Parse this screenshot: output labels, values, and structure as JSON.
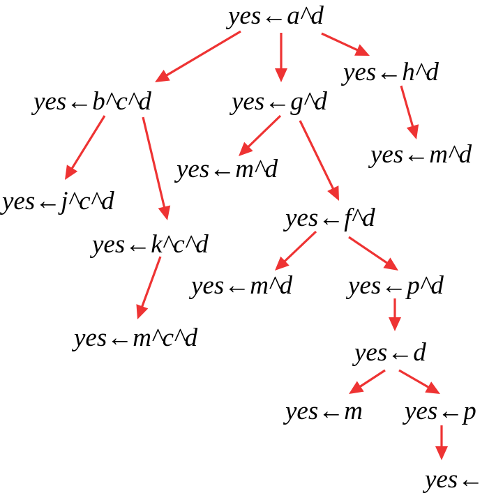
{
  "diagram": {
    "edge_color": "#ee3333",
    "text_color": "#000000",
    "nodes": [
      {
        "id": "n-a-d",
        "label": "yes←a^d"
      },
      {
        "id": "n-b-c-d",
        "label": "yes←b^c^d"
      },
      {
        "id": "n-g-d",
        "label": "yes←g^d"
      },
      {
        "id": "n-h-d",
        "label": "yes←h^d"
      },
      {
        "id": "n-m-d-right",
        "label": "yes←m^d"
      },
      {
        "id": "n-m-d-mid",
        "label": "yes←m^d"
      },
      {
        "id": "n-j-c-d",
        "label": "yes←j^c^d"
      },
      {
        "id": "n-f-d",
        "label": "yes←f^d"
      },
      {
        "id": "n-k-c-d",
        "label": "yes←k^c^d"
      },
      {
        "id": "n-m-d-low",
        "label": "yes←m^d"
      },
      {
        "id": "n-p-d",
        "label": "yes←p^d"
      },
      {
        "id": "n-m-c-d",
        "label": "yes←m^c^d"
      },
      {
        "id": "n-d",
        "label": "yes←d"
      },
      {
        "id": "n-m",
        "label": "yes←m"
      },
      {
        "id": "n-p",
        "label": "yes←p"
      },
      {
        "id": "n-empty",
        "label": "yes←"
      }
    ],
    "edges": [
      {
        "from": "n-a-d",
        "to": "n-b-c-d"
      },
      {
        "from": "n-a-d",
        "to": "n-g-d"
      },
      {
        "from": "n-a-d",
        "to": "n-h-d"
      },
      {
        "from": "n-h-d",
        "to": "n-m-d-right"
      },
      {
        "from": "n-b-c-d",
        "to": "n-j-c-d"
      },
      {
        "from": "n-b-c-d",
        "to": "n-k-c-d"
      },
      {
        "from": "n-g-d",
        "to": "n-m-d-mid"
      },
      {
        "from": "n-g-d",
        "to": "n-f-d"
      },
      {
        "from": "n-k-c-d",
        "to": "n-m-c-d"
      },
      {
        "from": "n-f-d",
        "to": "n-m-d-low"
      },
      {
        "from": "n-f-d",
        "to": "n-p-d"
      },
      {
        "from": "n-p-d",
        "to": "n-d"
      },
      {
        "from": "n-d",
        "to": "n-m"
      },
      {
        "from": "n-d",
        "to": "n-p"
      },
      {
        "from": "n-p",
        "to": "n-empty"
      }
    ]
  }
}
